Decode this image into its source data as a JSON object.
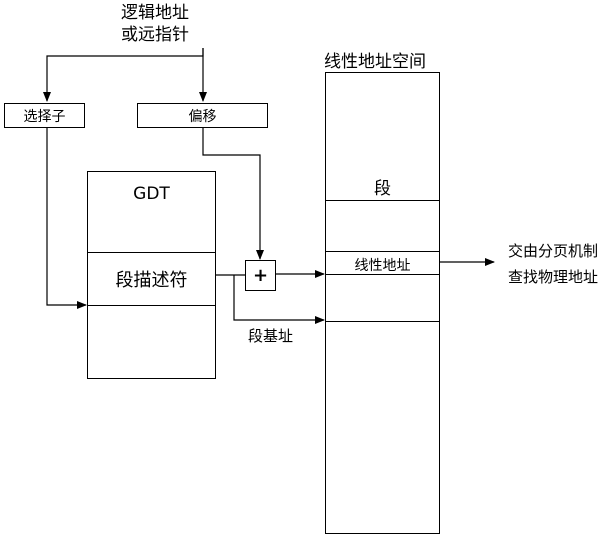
{
  "logical_address": {
    "line1": "逻辑地址",
    "line2": "或远指针"
  },
  "selector": {
    "label": "选择子"
  },
  "offset": {
    "label": "偏移"
  },
  "gdt": {
    "title": "GDT",
    "entry_label": "段描述符"
  },
  "adder": {
    "symbol": "+"
  },
  "segment_base": {
    "label": "段基址"
  },
  "linear_space": {
    "title": "线性地址空间",
    "segment_label": "段",
    "linear_address_label": "线性地址"
  },
  "output": {
    "line1": "交由分页机制",
    "line2": "查找物理地址"
  },
  "colors": {
    "stroke": "#000000",
    "fill": "#ffffff"
  }
}
